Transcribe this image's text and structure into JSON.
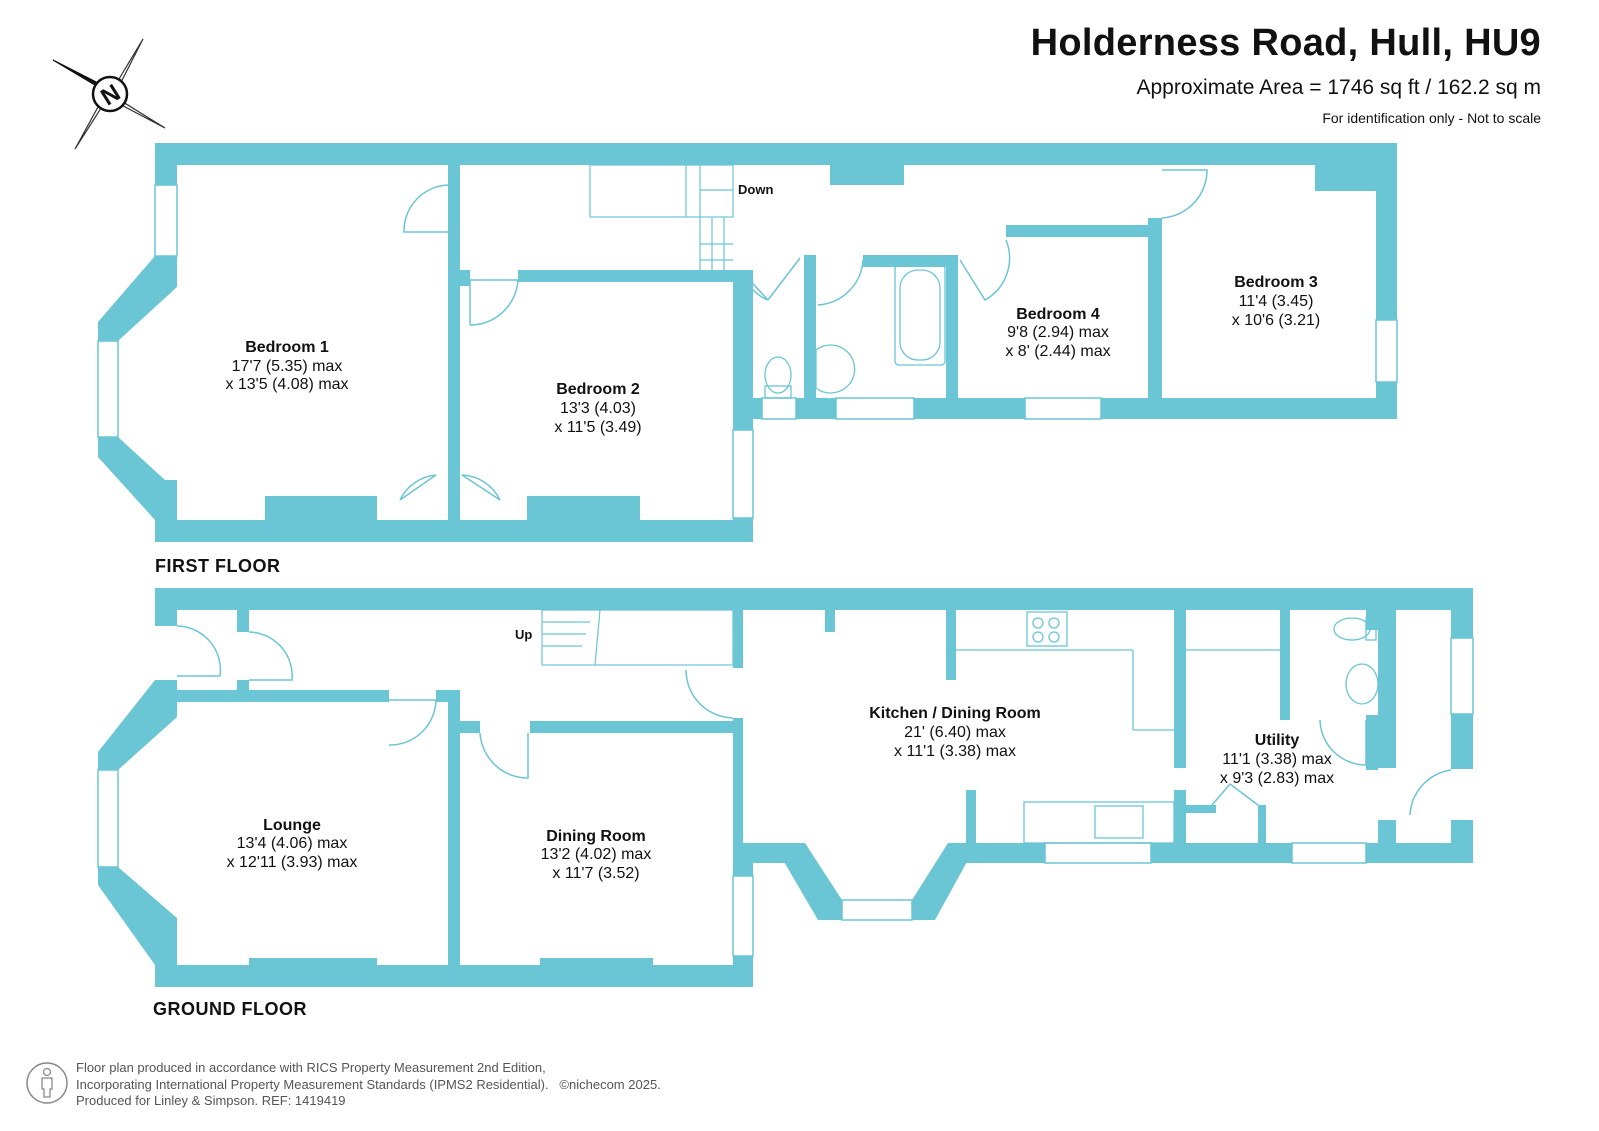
{
  "header": {
    "title": "Holderness Road, Hull, HU9",
    "area": "Approximate Area = 1746 sq ft / 162.2 sq m",
    "disclaimer": "For identification only - Not to scale"
  },
  "compass": {
    "letter": "N",
    "icon": "compass-icon"
  },
  "floors": {
    "first": {
      "label": "FIRST FLOOR"
    },
    "ground": {
      "label": "GROUND FLOOR"
    }
  },
  "rooms": {
    "bedroom1": {
      "name": "Bedroom 1",
      "dim1": "17'7 (5.35) max",
      "dim2": "x 13'5 (4.08) max"
    },
    "bedroom2": {
      "name": "Bedroom 2",
      "dim1": "13'3 (4.03)",
      "dim2": "x 11'5 (3.49)"
    },
    "bedroom3": {
      "name": "Bedroom 3",
      "dim1": "11'4 (3.45)",
      "dim2": "x 10'6 (3.21)"
    },
    "bedroom4": {
      "name": "Bedroom 4",
      "dim1": "9'8 (2.94) max",
      "dim2": "x 8' (2.44) max"
    },
    "lounge": {
      "name": "Lounge",
      "dim1": "13'4 (4.06) max",
      "dim2": "x 12'11 (3.93) max"
    },
    "dining": {
      "name": "Dining Room",
      "dim1": "13'2 (4.02) max",
      "dim2": "x 11'7 (3.52)"
    },
    "kitchen": {
      "name": "Kitchen / Dining Room",
      "dim1": "21' (6.40) max",
      "dim2": "x 11'1 (3.38) max"
    },
    "utility": {
      "name": "Utility",
      "dim1": "11'1 (3.38) max",
      "dim2": "x 9'3 (2.83) max"
    }
  },
  "stairs": {
    "down": "Down",
    "up": "Up"
  },
  "footer": {
    "line1": "Floor plan produced in accordance with RICS Property Measurement 2nd Edition,",
    "line2": "Incorporating International Property Measurement Standards (IPMS2 Residential).",
    "copyright": "©nichecom 2025.",
    "line3": "Produced for Linley & Simpson.   REF: 1419419"
  },
  "colors": {
    "wall": "#6ac5d4",
    "text": "#111111",
    "footer_text": "#555555"
  }
}
